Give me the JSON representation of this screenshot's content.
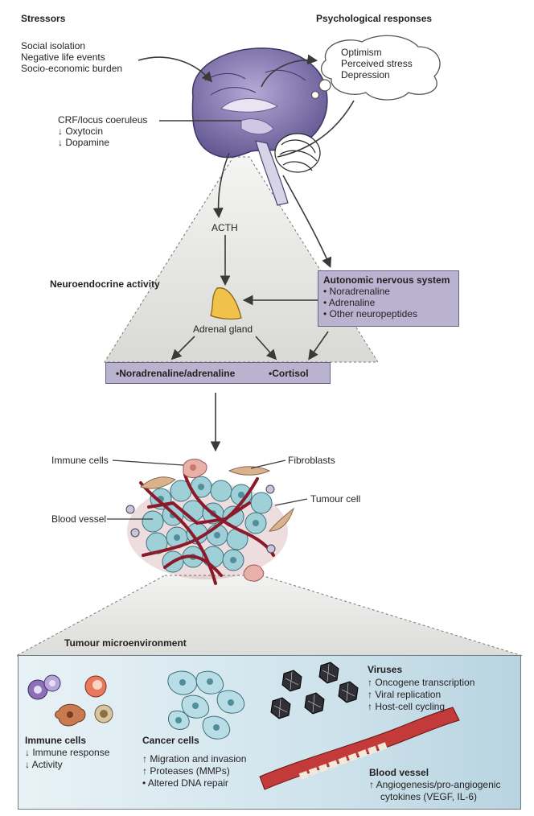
{
  "stressors": {
    "title": "Stressors",
    "items": [
      "Social isolation",
      "Negative life events",
      "Socio-economic burden"
    ]
  },
  "psychological": {
    "title": "Psychological responses",
    "items": [
      "Optimism",
      "Perceived stress",
      "Depression"
    ]
  },
  "brain_labels": [
    "CRF/locus coeruleus",
    "↓ Oxytocin",
    "↓ Dopamine"
  ],
  "acth": "ACTH",
  "neuroendocrine": "Neuroendocrine activity",
  "adrenal": "Adrenal gland",
  "ans": {
    "title": "Autonomic nervous system",
    "items": [
      "• Noradrenaline",
      "• Adrenaline",
      "• Other neuropeptides"
    ]
  },
  "hormones": [
    "•Noradrenaline/adrenaline",
    "•Cortisol"
  ],
  "tumour_labels": {
    "immune": "Immune cells",
    "fibroblasts": "Fibroblasts",
    "blood_vessel": "Blood vessel",
    "tumour_cell": "Tumour cell"
  },
  "tme": {
    "title": "Tumour microenvironment",
    "immune": {
      "title": "Immune cells",
      "items": [
        "↓ Immune response",
        "↓ Activity"
      ]
    },
    "cancer": {
      "title": "Cancer cells",
      "items": [
        "↑ Migration and invasion",
        "↑ Proteases (MMPs)",
        "• Altered DNA repair"
      ]
    },
    "viruses": {
      "title": "Viruses",
      "items": [
        "↑ Oncogene transcription",
        "↑ Viral replication",
        "↑ Host-cell cycling"
      ]
    },
    "vessel": {
      "title": "Blood vessel",
      "items": [
        "↑ Angiogenesis/pro-angiogenic",
        "cytokines (VEGF, IL-6)"
      ]
    }
  },
  "colors": {
    "box_fill": "#b9b3cf",
    "tumour_cell": "#9fd0d8",
    "vessel": "#8b1a2b",
    "panel": "#cfe3ec"
  }
}
